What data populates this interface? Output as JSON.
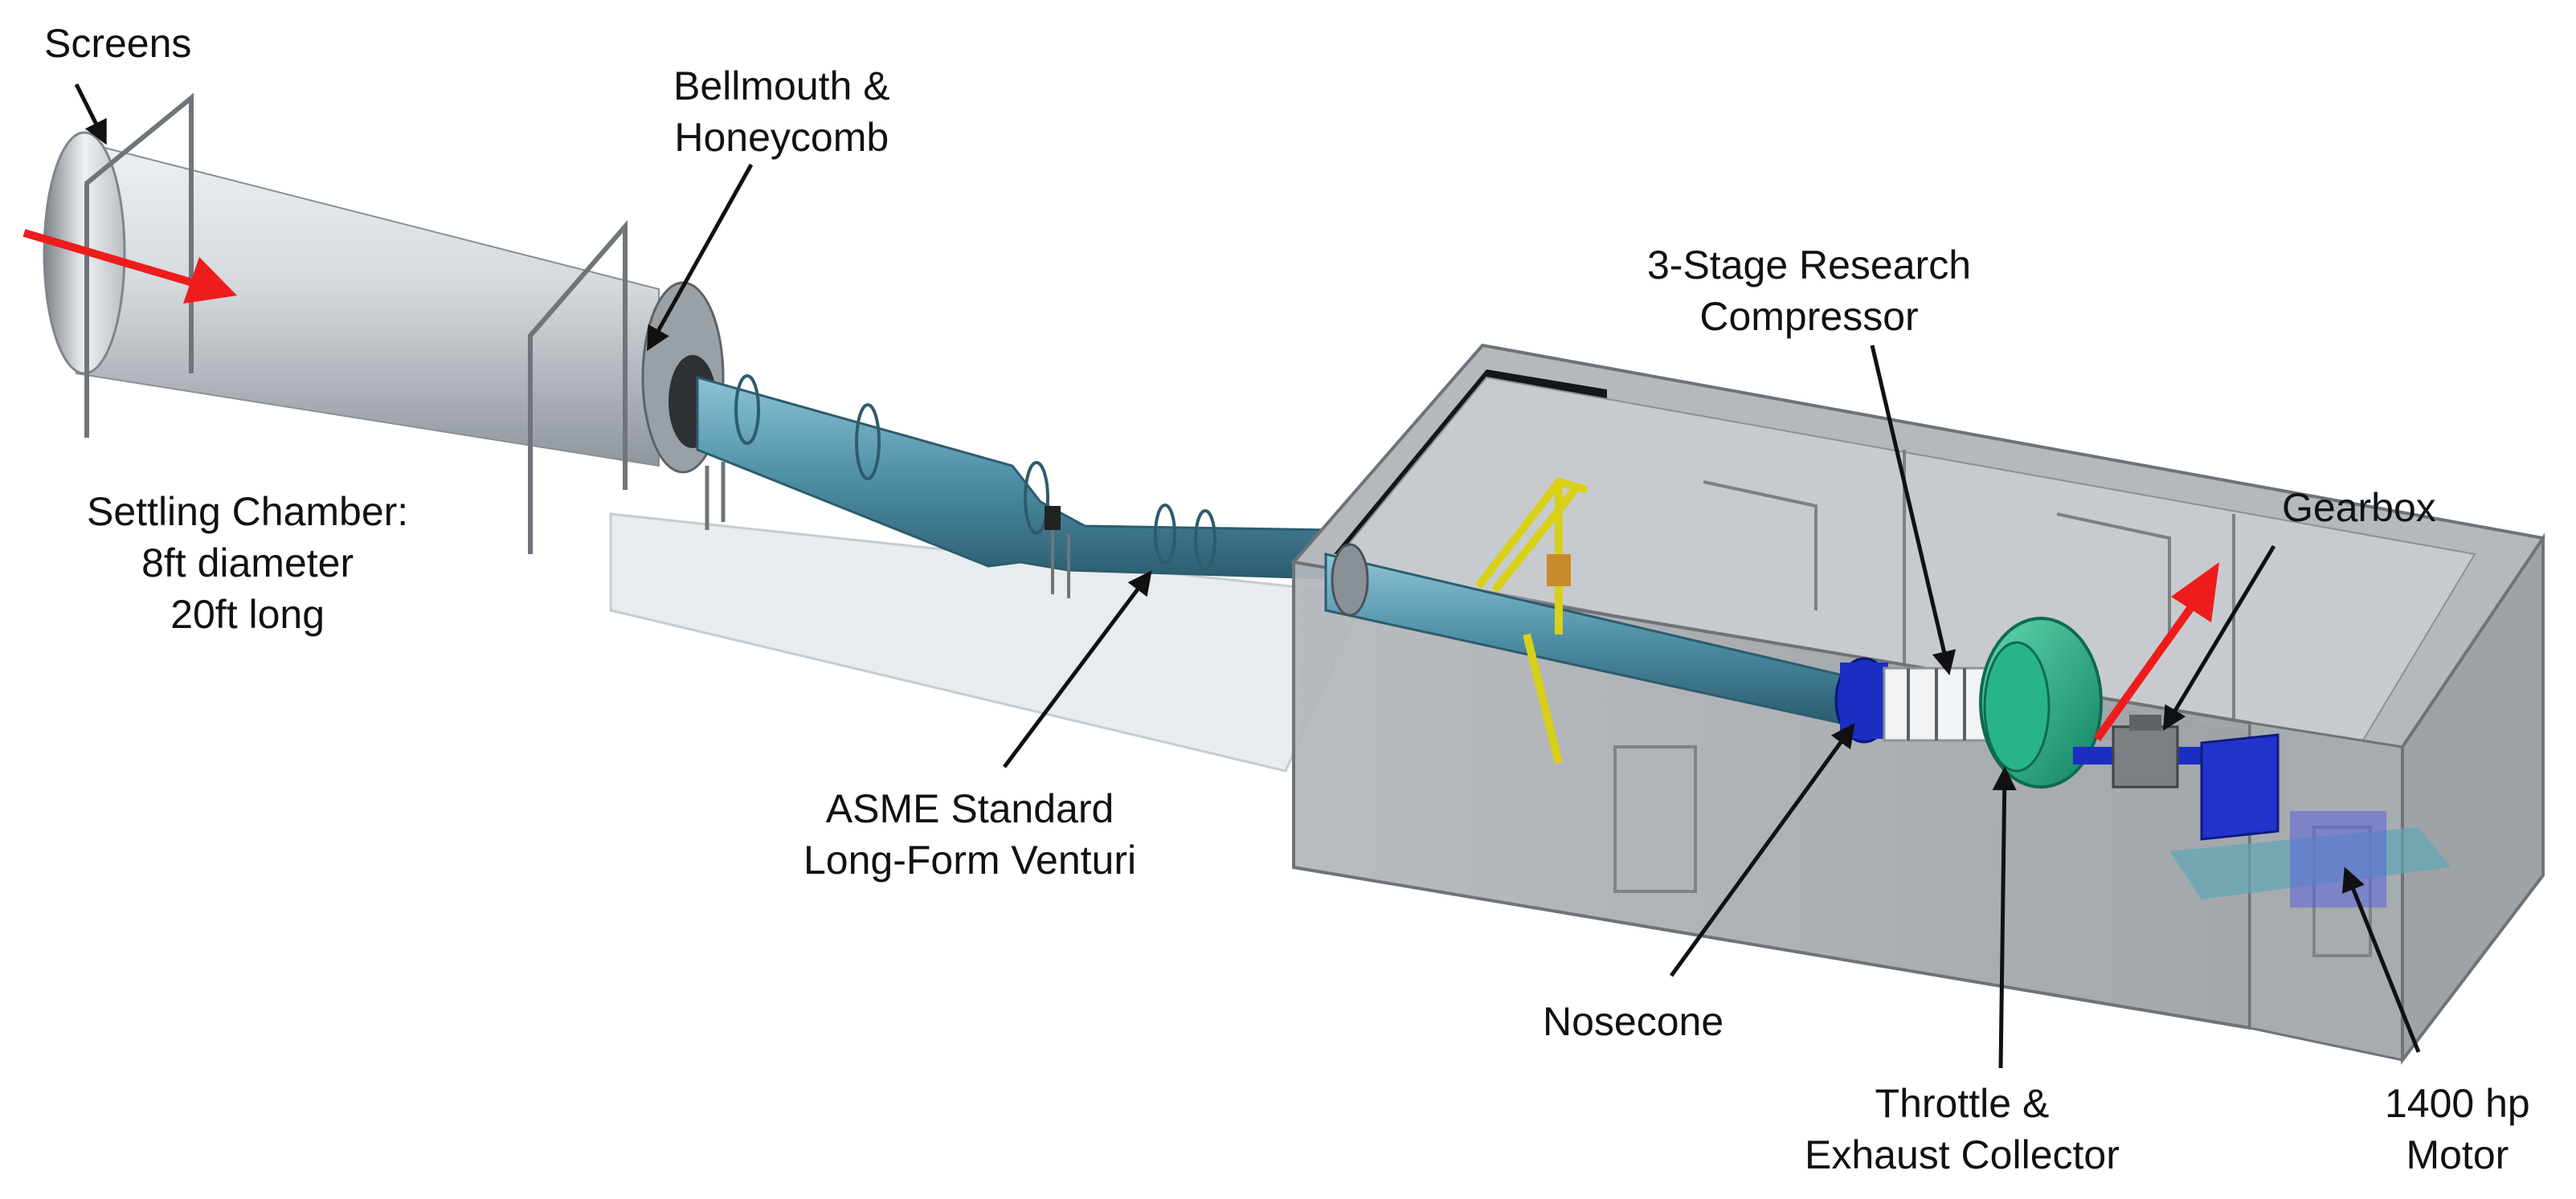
{
  "labels": {
    "screens": [
      "Screens"
    ],
    "bellmouth": [
      "Bellmouth &",
      "Honeycomb"
    ],
    "settling": [
      "Settling Chamber:",
      "8ft diameter",
      "20ft long"
    ],
    "venturi": [
      "ASME Standard",
      "Long-Form Venturi"
    ],
    "compressor": [
      "3-Stage Research",
      "Compressor"
    ],
    "gearbox": [
      "Gearbox"
    ],
    "nosecone": [
      "Nosecone"
    ],
    "throttle": [
      "Throttle &",
      "Exhaust Collector"
    ],
    "motor": [
      "1400 hp",
      "Motor"
    ]
  },
  "colors": {
    "flow_arrow": "#ee1c1c",
    "duct": "#4e8fa6",
    "nosecone": "#1a2ec4",
    "collector": "#25b48a",
    "motor": "#2233cc",
    "gantry": "#e8e020",
    "building": "#a9adb1",
    "chamber": "#c9ced3",
    "platform": "#e4eaee"
  }
}
